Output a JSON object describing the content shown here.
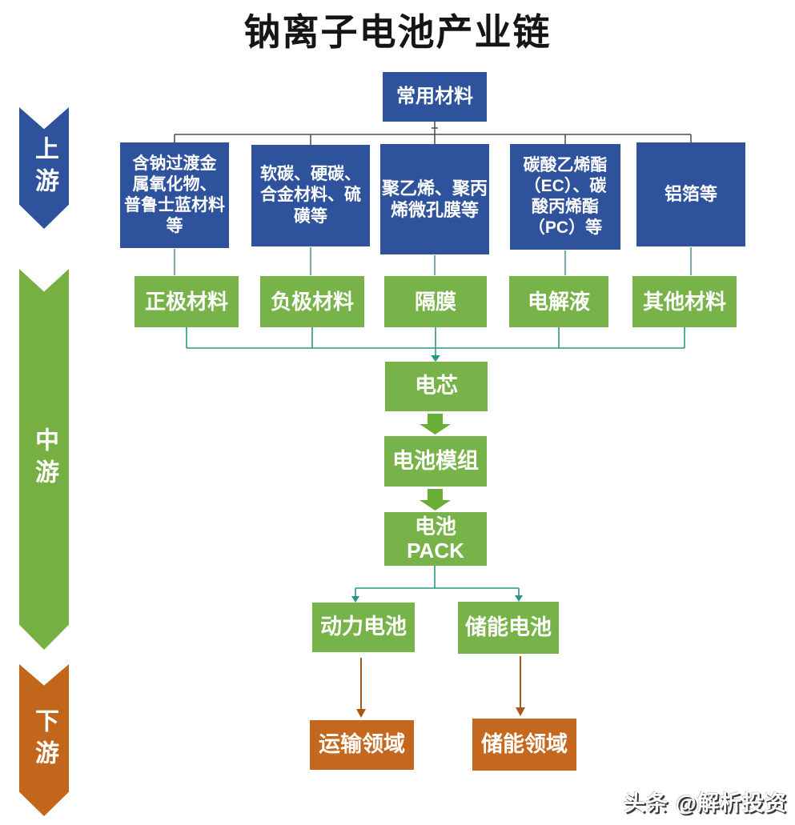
{
  "title": "钠离子电池产业链",
  "stages": {
    "upstream": "上游",
    "midstream": "中游",
    "downstream": "下游"
  },
  "root": "常用材料",
  "upstream_materials": [
    "含钠过渡金\n属氧化物、\n普鲁士蓝材料\n等",
    "软碳、硬碳、\n合金材料、硫\n磺等",
    "聚乙烯、聚丙\n烯微孔膜等",
    "碳酸乙烯酯\n（EC）、碳\n酸丙烯酯\n（PC）等",
    "铝箔等"
  ],
  "components": [
    "正极材料",
    "负极材料",
    "隔膜",
    "电解液",
    "其他材料"
  ],
  "midstream_chain": [
    "电芯",
    "电池模组",
    "电池\nPACK"
  ],
  "applications": [
    "动力电池",
    "储能电池"
  ],
  "downstream_fields": [
    "运输领域",
    "储能领域"
  ],
  "watermark": "头条 @解析投资",
  "colors": {
    "blue": "#2e529c",
    "green": "#78b34a",
    "chevron_green": "#76b043",
    "orange": "#c5681f",
    "chevron_orange": "#c2661c",
    "teal_line": "#2a9786",
    "gray_line": "#4c4c4c",
    "steel_stub": "#7fa8ad"
  }
}
